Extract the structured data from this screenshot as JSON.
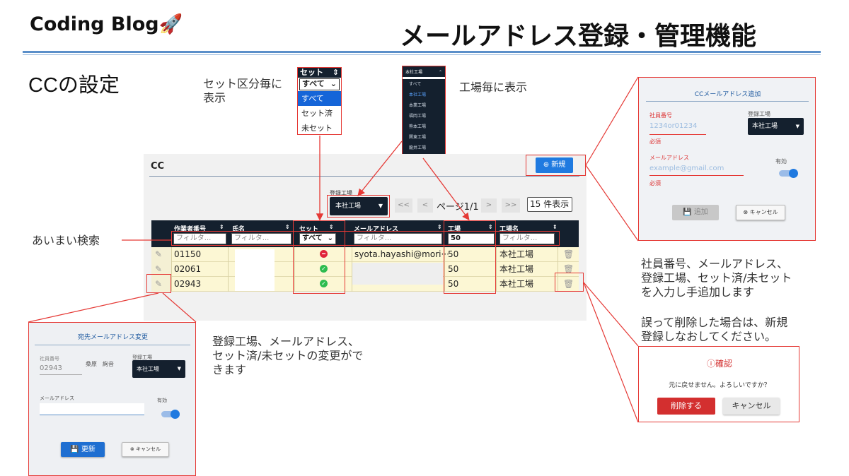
{
  "header": {
    "brand": "Coding Blog🚀",
    "title": "メールアドレス登録・管理機能"
  },
  "section_title": "CCの設定",
  "notes": {
    "set_filter": "セット区分毎に\n表示",
    "factory_filter": "工場毎に表示",
    "fuzzy_search": "あいまい検索",
    "add_desc": "社員番号、メールアドレス、\n登録工場、セット済/未セット\nを入力し手追加します",
    "delete_desc": "誤って削除した場合は、新規\n登録しなおしてください。",
    "edit_desc": "登録工場、メールアドレス、\nセット済/未セットの変更がで\nきます"
  },
  "set_dropdown": {
    "header": "セット",
    "selected": "すべて",
    "options": [
      "すべて",
      "セット済",
      "未セット"
    ]
  },
  "factory_dropdown": {
    "header": "本社工場",
    "options": [
      "すべて",
      "本社工場",
      "本業工場",
      "福岡工場",
      "熊本工場",
      "関東工場",
      "龍井工場"
    ]
  },
  "panel": {
    "title": "CC",
    "new_button": "新規",
    "factory_label": "登録工場",
    "factory_value": "本社工場",
    "pager": {
      "first": "<<",
      "prev": "<",
      "label": "ページ1/1",
      "next": ">",
      "last": ">>"
    },
    "per_page": "15 件表示"
  },
  "table": {
    "columns": [
      "作業者番号",
      "氏名",
      "セット",
      "メールアドレス",
      "工場",
      "工場名"
    ],
    "filters": {
      "emp": "フィルタ...",
      "name": "フィルタ...",
      "set": "すべて",
      "email": "フィルタ...",
      "factory": "50",
      "factory_name": "フィルタ..."
    },
    "rows": [
      {
        "emp": "01150",
        "email": "syota.hayashi@mori···",
        "factory": "50",
        "factory_name": "本社工場",
        "set_status": "未セット"
      },
      {
        "emp": "02061",
        "email": "",
        "factory": "50",
        "factory_name": "本社工場",
        "set_status": "セット済"
      },
      {
        "emp": "02943",
        "email": "",
        "factory": "50",
        "factory_name": "本社工場",
        "set_status": "セット済"
      }
    ]
  },
  "add_modal": {
    "title": "CCメールアドレス追加",
    "emp_label": "社員番号",
    "emp_placeholder": "1234or01234",
    "required": "必須",
    "factory_label": "登録工場",
    "factory_value": "本社工場",
    "email_label": "メールアドレス",
    "email_placeholder": "example@gmail.com",
    "active_label": "有効",
    "add_button": "追加",
    "cancel_button": "キャンセル"
  },
  "edit_modal": {
    "title": "宛先メールアドレス変更",
    "emp_label": "社員番号",
    "emp_value": "02943",
    "name_value": "桑原　絢音",
    "factory_label": "登録工場",
    "factory_value": "本社工場",
    "email_label": "メールアドレス",
    "active_label": "有効",
    "update_button": "更新",
    "cancel_button": "キャンセル"
  },
  "confirm_modal": {
    "title": "確認",
    "message": "元に戻せません。よろしいですか？",
    "delete_button": "削除する",
    "cancel_button": "キャンセル"
  },
  "colors": {
    "accent": "#1f7ae0",
    "dark": "#14202e",
    "highlight": "#e53935",
    "row": "#fcf7d4",
    "danger": "#d32f2f",
    "ok": "#2ebc4f"
  }
}
